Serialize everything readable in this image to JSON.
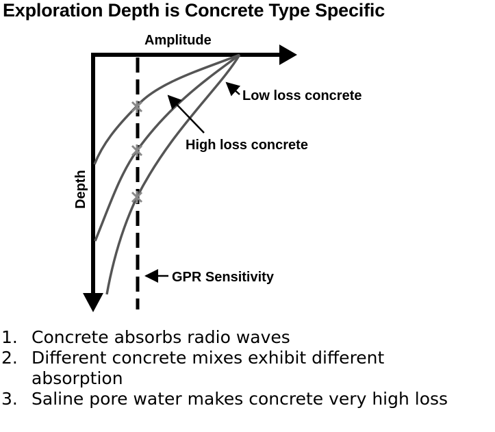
{
  "title": "Exploration Depth is Concrete Type Specific",
  "diagram": {
    "x_axis_label": "Amplitude",
    "y_axis_label": "Depth",
    "annotations": {
      "low_loss": "Low loss concrete",
      "high_loss": "High loss concrete",
      "gpr_sensitivity": "GPR Sensitivity"
    },
    "colors": {
      "axes": "#000000",
      "curves": "#555555",
      "markers": "#888888"
    }
  },
  "notes": [
    {
      "number": "1.",
      "text": "Concrete absorbs radio waves"
    },
    {
      "number": "2.",
      "text": "Different concrete mixes exhibit different absorption"
    },
    {
      "number": "3.",
      "text": "Saline pore water makes concrete very high loss"
    }
  ]
}
